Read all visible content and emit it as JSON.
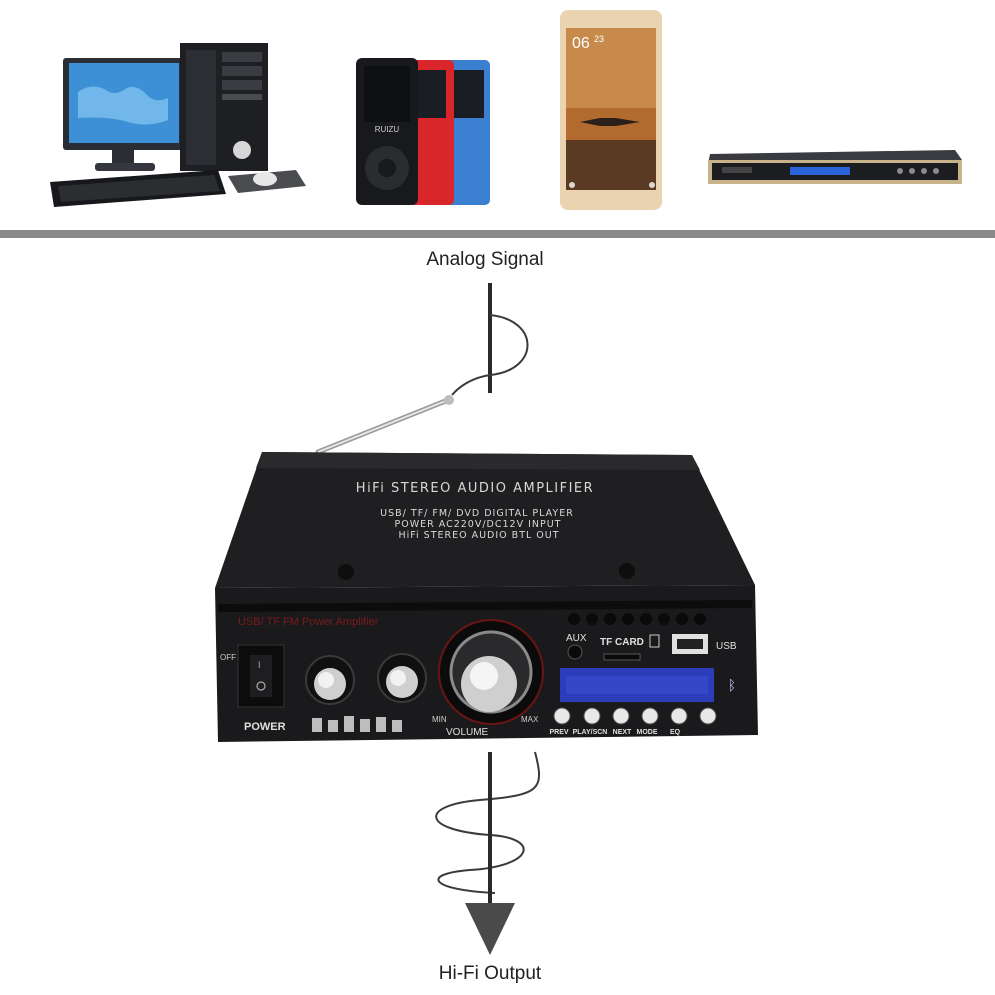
{
  "labels": {
    "input": "Analog Signal",
    "output": "Hi-Fi Output"
  },
  "devices": [
    {
      "name": "desktop-computer"
    },
    {
      "name": "mp3-players"
    },
    {
      "name": "smartphone"
    },
    {
      "name": "dvd-player"
    }
  ],
  "phone_screen": {
    "time": "06",
    "time_min": "23"
  },
  "mp3": {
    "brand": "RUIZU"
  },
  "amplifier": {
    "top_title": "HiFi STEREO AUDIO AMPLIFIER",
    "top_line1": "USB/ TF/ FM/ DVD  DIGITAL  PLAYER",
    "top_line2": "POWER  AC220V/DC12V  INPUT",
    "top_line3": "HiFi  STEREO  AUDIO  BTL  OUT",
    "panel_title": "USB/ TF FM Power Amplifier",
    "off_label": "OFF",
    "power_label": "POWER",
    "volume_label": "VOLUME",
    "min_label": "MIN",
    "max_label": "MAX",
    "aux_label": "AUX",
    "tf_label": "TF CARD",
    "usb_label": "USB",
    "buttons": [
      "PREV",
      "PLAY/SCN",
      "NEXT",
      "MODE",
      "EQ",
      ""
    ]
  },
  "colors": {
    "divider": "#8a8a8a",
    "amp_body": "#1b1b1b",
    "panel_red": "#7a1a1a",
    "display_blue": "#2b3db8"
  }
}
